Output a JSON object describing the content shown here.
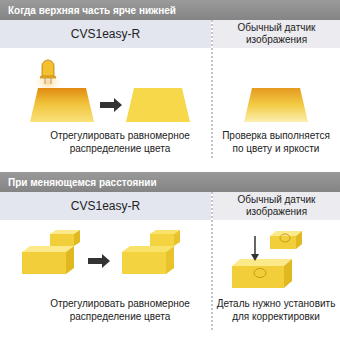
{
  "diagram": {
    "nodes": [
      {
        "text": [
          "Когда верхняя часть ярче нижней"
        ]
      },
      {
        "text": [
          "CVS1easy-R"
        ]
      },
      {
        "text": [
          "Обычный датчик изображения"
        ]
      },
      {
        "text": [
          "При меняющемся расстоянии"
        ]
      },
      {
        "text": [
          "CVS1easy-R"
        ]
      },
      {
        "text": [
          "Обычный датчик изображения"
        ]
      }
    ],
    "labels": [
      "Отрегулировать равномерное распределение цвета",
      "Проверка выполняется по цвету и яркости",
      "Отрегулировать равномерное распределение цвета",
      "Деталь нужно установить для корректировки"
    ]
  }
}
